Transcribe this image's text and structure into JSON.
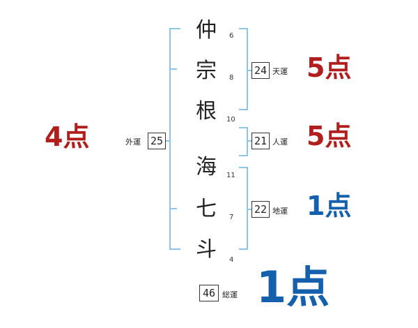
{
  "characters": [
    {
      "char": "仲",
      "strokes": "6"
    },
    {
      "char": "宗",
      "strokes": "8"
    },
    {
      "char": "根",
      "strokes": "10"
    },
    {
      "char": "海",
      "strokes": "11"
    },
    {
      "char": "七",
      "strokes": "7"
    },
    {
      "char": "斗",
      "strokes": "4"
    }
  ],
  "fortunes": {
    "ten": {
      "value": "24",
      "label": "天運",
      "score": "5点"
    },
    "jin": {
      "value": "21",
      "label": "人運",
      "score": "5点"
    },
    "chi": {
      "value": "22",
      "label": "地運",
      "score": "1点"
    },
    "gai": {
      "value": "25",
      "label": "外運",
      "score": "4点"
    },
    "so": {
      "value": "46",
      "label": "総運",
      "score": "1点"
    }
  },
  "colors": {
    "bracket": "#8ec4e6",
    "good": "#b01e1e",
    "bad": "#1560ad"
  }
}
